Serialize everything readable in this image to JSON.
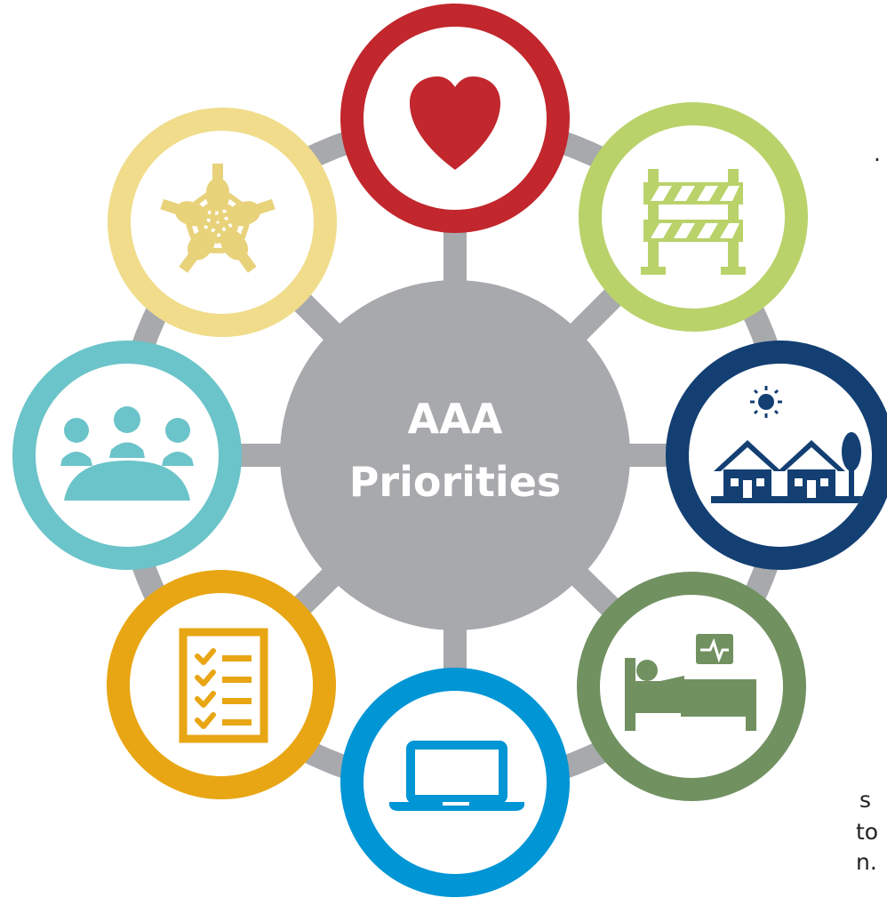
{
  "center": {
    "line1": "AAA",
    "line2": "Priorities",
    "fill": "#a7a9ac",
    "text_color": "#ffffff"
  },
  "ring_color": "#a7a9ac",
  "nodes": [
    {
      "icon": "heart-icon",
      "color": "#c1272d",
      "icon_color": "#c1272d"
    },
    {
      "icon": "road-barrier-icon",
      "color": "#b9d26a",
      "icon_color": "#b9d26a"
    },
    {
      "icon": "homes-with-sun-and-tree-icon",
      "color": "#133f73",
      "icon_color": "#133f73"
    },
    {
      "icon": "hospital-bed-heart-monitor-icon",
      "color": "#719161",
      "icon_color": "#719161"
    },
    {
      "icon": "laptop-icon",
      "color": "#0095d5",
      "icon_color": "#0095d5"
    },
    {
      "icon": "checklist-icon",
      "color": "#e8a614",
      "icon_color": "#e8a614"
    },
    {
      "icon": "meeting-group-icon",
      "color": "#6bc4c9",
      "icon_color": "#6bc4c9"
    },
    {
      "icon": "joined-hands-icon",
      "color": "#f0dc8b",
      "icon_color": "#e8d27a"
    }
  ],
  "left_text_fragments": [
    ".",
    "s",
    "to",
    "n."
  ]
}
